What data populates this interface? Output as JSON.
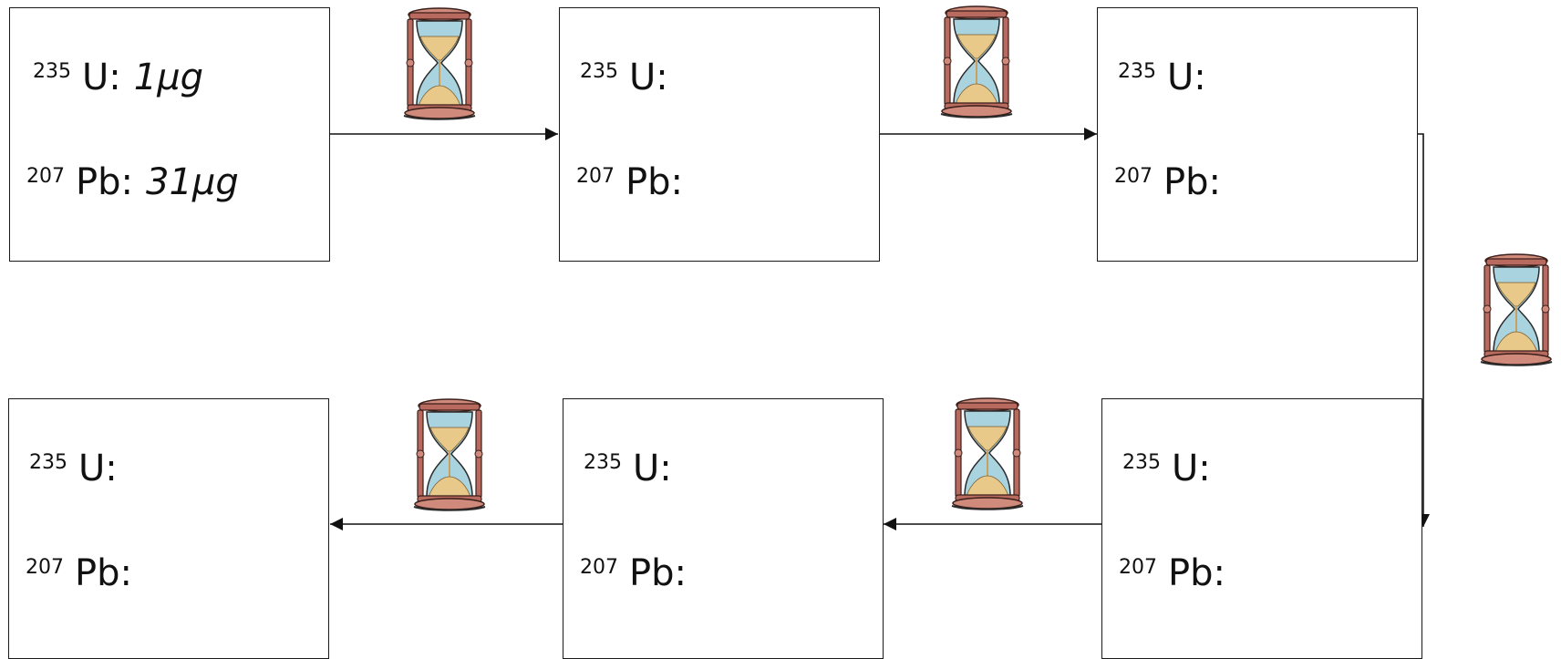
{
  "isotope_u_mass": "235",
  "isotope_pb_mass": "207",
  "element_u_label": "U:",
  "element_pb_label": "Pb:",
  "boxes": [
    {
      "u_amount": "1μg",
      "pb_amount": "31μg"
    },
    {
      "u_amount": "",
      "pb_amount": ""
    },
    {
      "u_amount": "",
      "pb_amount": ""
    },
    {
      "u_amount": "",
      "pb_amount": ""
    },
    {
      "u_amount": "",
      "pb_amount": ""
    },
    {
      "u_amount": "",
      "pb_amount": ""
    }
  ],
  "icons": [
    "hourglass-icon"
  ],
  "colors": {
    "frame": "#7a3a33",
    "frame_light": "#cf8a7c",
    "glass": "#a9d3df",
    "sand": "#e8c98a",
    "line": "#111111"
  }
}
